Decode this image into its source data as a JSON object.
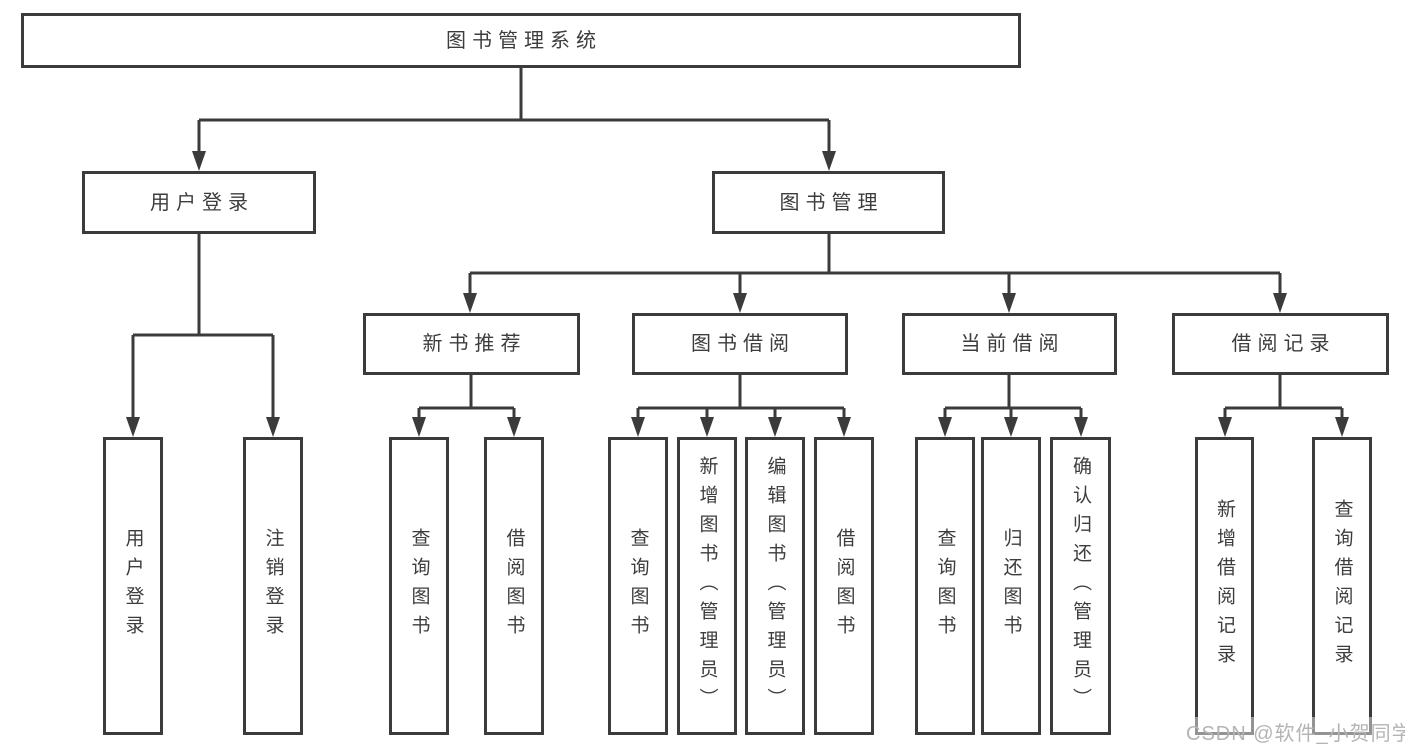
{
  "colors": {
    "line": "#3b3b3b",
    "text": "#3d3d3d",
    "watermark": "#b4b4b4",
    "background": "#ffffff"
  },
  "watermark": "CSDN @软件_小贺同学",
  "tree": {
    "root": {
      "label": "图书管理系统"
    },
    "branches": [
      {
        "label": "用户登录",
        "children": [
          {
            "label": "用户登录"
          },
          {
            "label": "注销登录"
          }
        ]
      },
      {
        "label": "图书管理",
        "sections": [
          {
            "label": "新书推荐",
            "children": [
              {
                "label": "查询图书"
              },
              {
                "label": "借阅图书"
              }
            ]
          },
          {
            "label": "图书借阅",
            "children": [
              {
                "label": "查询图书"
              },
              {
                "label": "新增图书（管理员）"
              },
              {
                "label": "编辑图书（管理员）"
              },
              {
                "label": "借阅图书"
              }
            ]
          },
          {
            "label": "当前借阅",
            "children": [
              {
                "label": "查询图书"
              },
              {
                "label": "归还图书"
              },
              {
                "label": "确认归还（管理员）"
              }
            ]
          },
          {
            "label": "借阅记录",
            "children": [
              {
                "label": "新增借阅记录"
              },
              {
                "label": "查询借阅记录"
              }
            ]
          }
        ]
      }
    ]
  }
}
